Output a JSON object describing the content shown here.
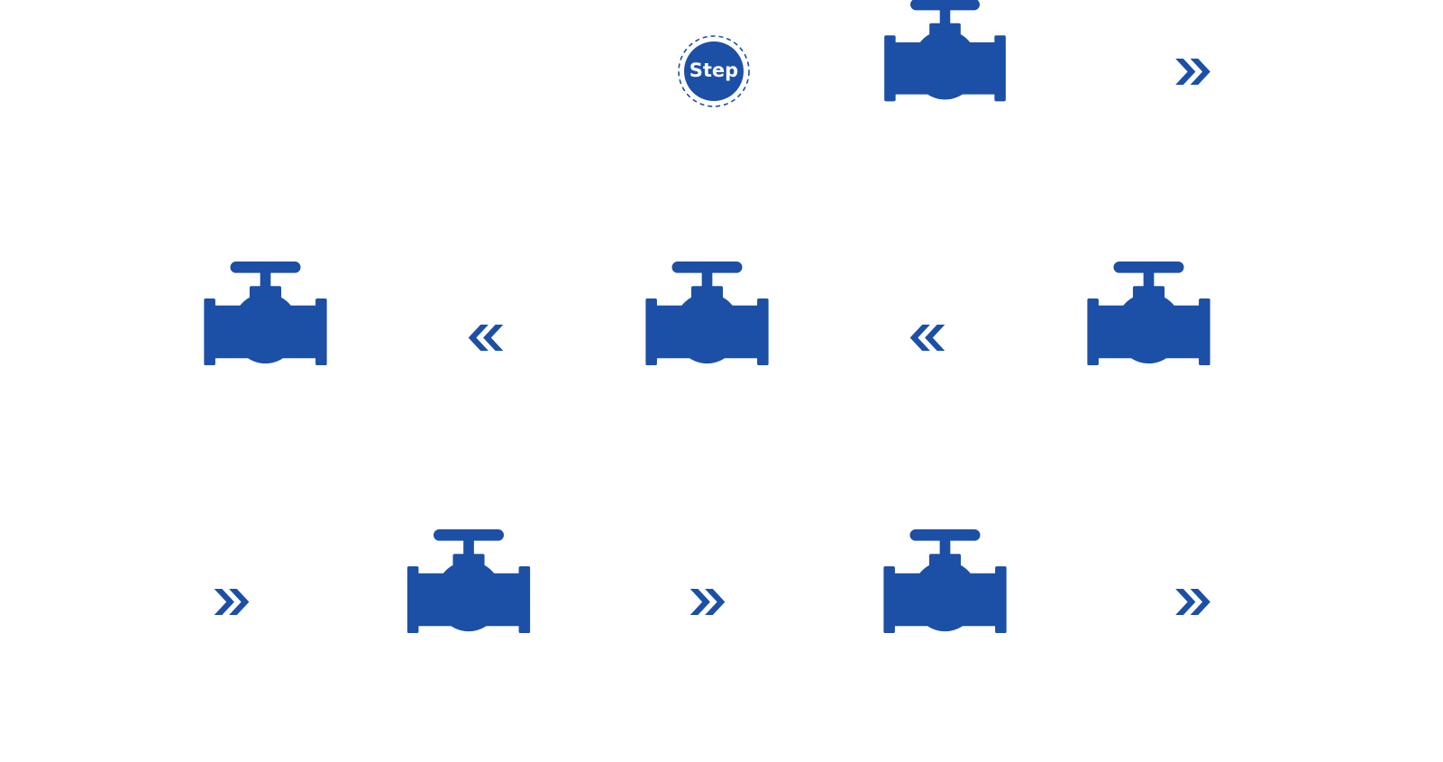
{
  "badge": {
    "label": "Step"
  },
  "colors": {
    "accent": "#1c4fa6",
    "background": "#ffffff"
  },
  "icons": {
    "valve": "valve-icon",
    "arrow_right": "double-chevron-right-icon",
    "arrow_left": "double-chevron-left-icon"
  },
  "flow": {
    "rows": [
      {
        "items": [
          "step-badge",
          "valve",
          "arrow-right"
        ]
      },
      {
        "items": [
          "valve",
          "arrow-left",
          "valve",
          "arrow-left",
          "valve"
        ]
      },
      {
        "items": [
          "arrow-right",
          "valve",
          "arrow-right",
          "valve",
          "arrow-right"
        ]
      }
    ]
  }
}
